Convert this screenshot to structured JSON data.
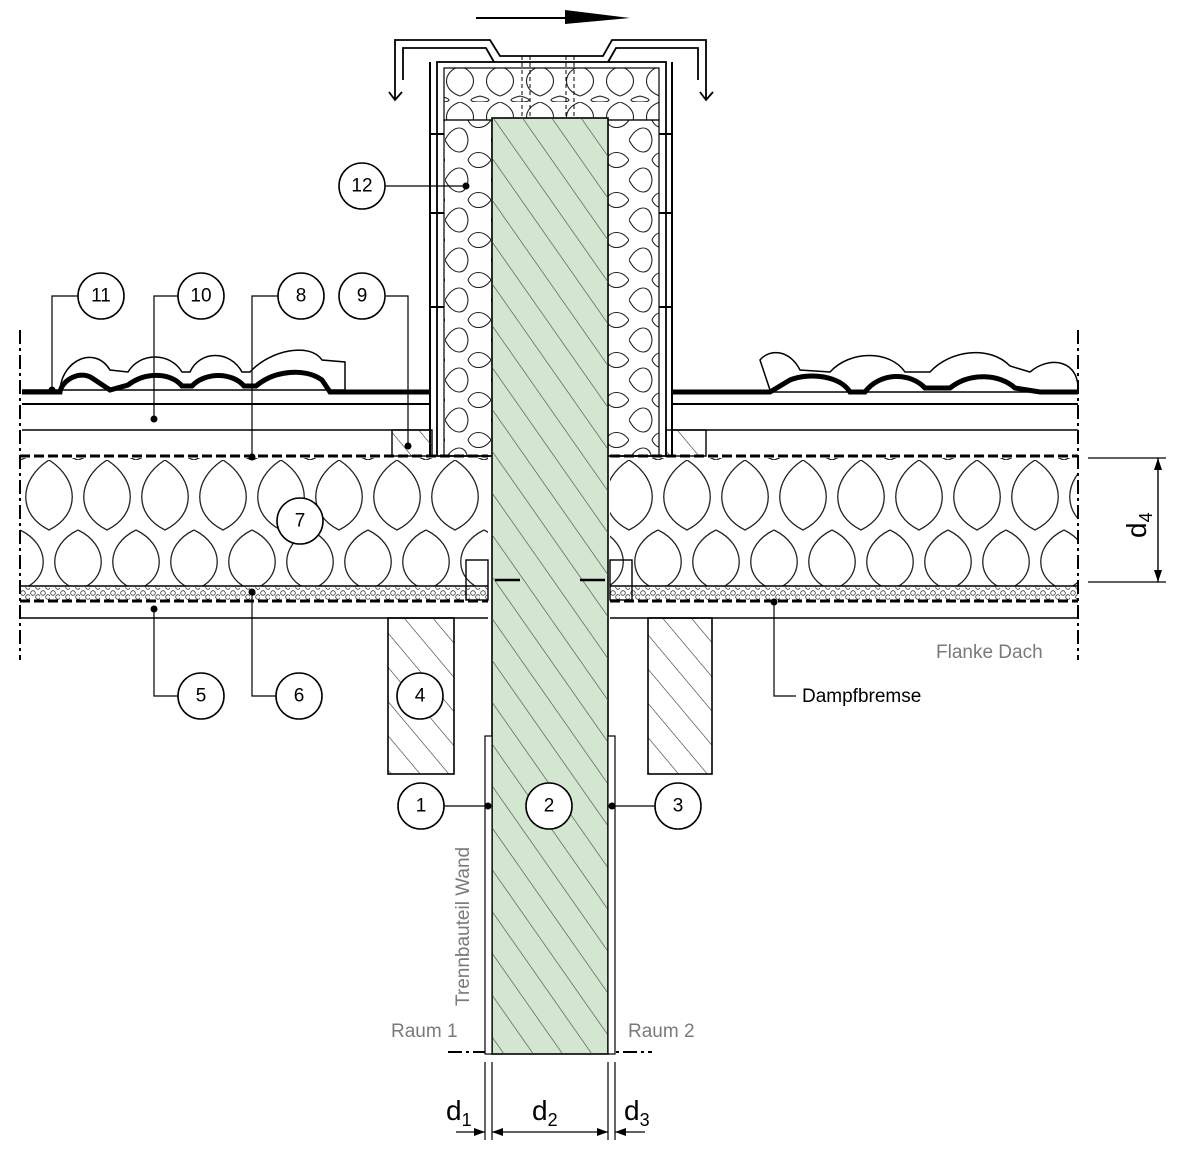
{
  "callouts": {
    "c1": "1",
    "c2": "2",
    "c3": "3",
    "c4": "4",
    "c5": "5",
    "c6": "6",
    "c7": "7",
    "c8": "8",
    "c9": "9",
    "c10": "10",
    "c11": "11",
    "c12": "12"
  },
  "labels": {
    "flanke_dach": "Flanke Dach",
    "dampfbremse": "Dampfbremse",
    "trennbauteil": "Trennbauteil Wand",
    "raum1": "Raum 1",
    "raum2": "Raum 2"
  },
  "dimensions": {
    "d1_main": "d",
    "d1_sub": "1",
    "d2_main": "d",
    "d2_sub": "2",
    "d3_main": "d",
    "d3_sub": "3",
    "d4_main": "d",
    "d4_sub": "4"
  },
  "colors": {
    "wall_fill": "#d3e6d0",
    "line": "#000000",
    "gray_text": "#7a7a7a"
  }
}
